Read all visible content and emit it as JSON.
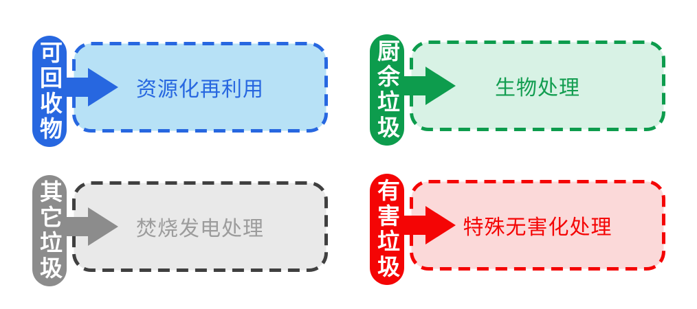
{
  "page": {
    "background_color": "#ffffff",
    "description": "waste-sorting flow diagram"
  },
  "groups": [
    {
      "id": "recyclable",
      "category": "可回收物",
      "treatment": "资源化再利用",
      "arrow_icon": "arrow-right-icon",
      "colors": {
        "main": "#2767E0",
        "fill": "#B7E1F6",
        "border": "#2767E0",
        "text": "#2767E0"
      }
    },
    {
      "id": "kitchen-waste",
      "category": "厨余垃圾",
      "treatment": "生物处理",
      "arrow_icon": "arrow-right-icon",
      "colors": {
        "main": "#0D9C4D",
        "fill": "#D8F2E5",
        "border": "#0D9C4D",
        "text": "#129D50"
      }
    },
    {
      "id": "other-waste",
      "category": "其它垃圾",
      "treatment": "焚烧发电处理",
      "arrow_icon": "arrow-right-icon",
      "colors": {
        "main": "#8C8C8C",
        "fill": "#E9E9E9",
        "border": "#404040",
        "text": "#9C9C9C"
      }
    },
    {
      "id": "hazardous-waste",
      "category": "有害垃圾",
      "treatment": "特殊无害化处理",
      "arrow_icon": "arrow-right-icon",
      "colors": {
        "main": "#F40505",
        "fill": "#FBD9D9",
        "border": "#F40505",
        "text": "#F40505"
      }
    }
  ]
}
